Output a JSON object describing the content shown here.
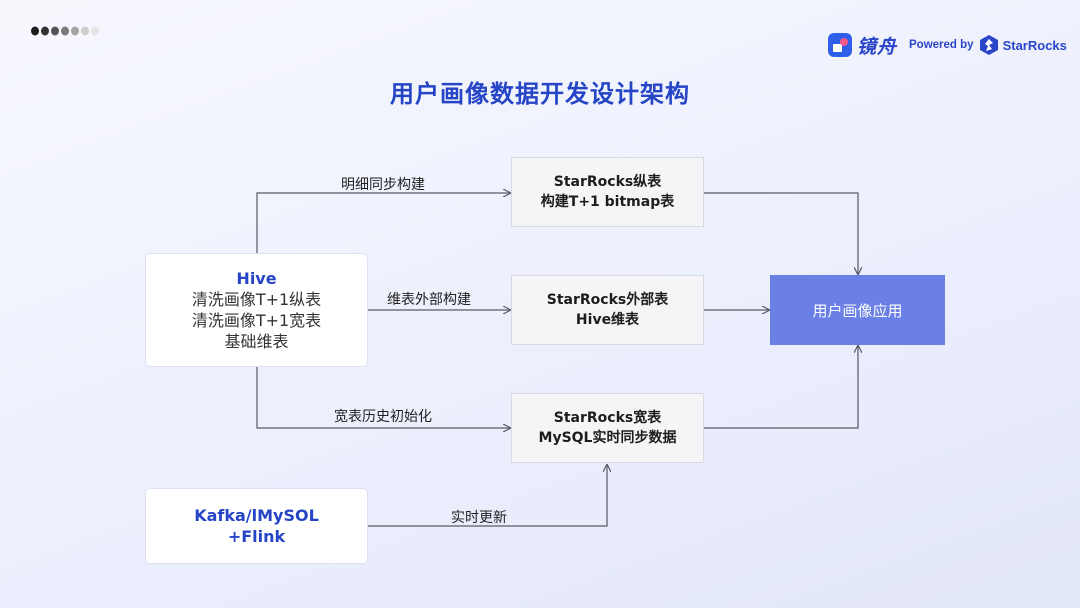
{
  "header": {
    "brand_name": "镜舟",
    "powered_by": "Powered by",
    "partner_name": "StarRocks",
    "brand_color": "#2b45c9"
  },
  "title": "用户画像数据开发设计架构",
  "nodes": {
    "hive": {
      "title": "Hive",
      "lines": [
        "清洗画像T+1纵表",
        "清洗画像T+1宽表",
        "基础维表"
      ]
    },
    "kafka": {
      "lines": [
        "Kafka/lMySOL",
        "+Flink"
      ]
    },
    "sr_vertical": {
      "lines": [
        "StarRocks纵表",
        "构建T+1 bitmap表"
      ]
    },
    "sr_external": {
      "lines": [
        "StarRocks外部表",
        "Hive维表"
      ]
    },
    "sr_wide": {
      "lines": [
        "StarRocks宽表",
        "MySQL实时同步数据"
      ]
    },
    "app": {
      "label": "用户画像应用",
      "color": "#6a80e6"
    }
  },
  "edges": {
    "detail_sync": "明细同步构建",
    "dim_external": "维表外部构建",
    "wide_init": "宽表历史初始化",
    "realtime_update": "实时更新"
  },
  "colors": {
    "accent": "#2545c6",
    "line": "#555b66"
  }
}
